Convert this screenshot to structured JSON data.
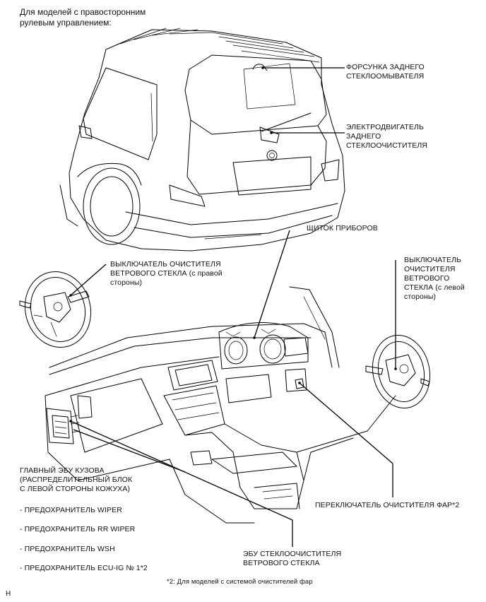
{
  "header": "Для моделей с правосторонним\nрулевым управлением:",
  "labels": {
    "rear_washer_nozzle": "ФОРСУНКА ЗАДНЕГО\nСТЕКЛООМЫВАТЕЛЯ",
    "rear_wiper_motor": "ЭЛЕКТРОДВИГАТЕЛЬ\nЗАДНЕГО\nСТЕКЛООЧИСТИТЕЛЯ",
    "instrument_panel": "ЩИТОК ПРИБОРОВ",
    "wiper_switch_right": "ВЫКЛЮЧАТЕЛЬ ОЧИСТИТЕЛЯ\nВЕТРОВОГО СТЕКЛА (с правой\nстороны)",
    "wiper_switch_left": "ВЫКЛЮЧАТЕЛЬ\nОЧИСТИТЕЛЯ\nВЕТРОВОГО\nСТЕКЛА (с левой\nстороны)",
    "main_body_ecu": "ГЛАВНЫЙ ЭБУ КУЗОВА\n(РАСПРЕДЕЛИТЕЛЬНЫЙ БЛОК\nС ЛЕВОЙ СТОРОНЫ КОЖУХА)",
    "fuse_wiper": "- ПРЕДОХРАНИТЕЛЬ WIPER",
    "fuse_rr_wiper": "- ПРЕДОХРАНИТЕЛЬ RR WIPER",
    "fuse_wsh": "- ПРЕДОХРАНИТЕЛЬ WSH",
    "fuse_ecu_ig": "- ПРЕДОХРАНИТЕЛЬ ECU-IG № 1*2",
    "headlamp_cleaner_switch": "ПЕРЕКЛЮЧАТЕЛЬ ОЧИСТИТЕЛЯ ФАР*2",
    "windshield_wiper_ecu": "ЭБУ СТЕКЛООЧИСТИТЕЛЯ\nВЕТРОВОГО СТЕКЛА"
  },
  "footnote": "*2: Для моделей с системой очистителей фар",
  "corner_mark": "H"
}
